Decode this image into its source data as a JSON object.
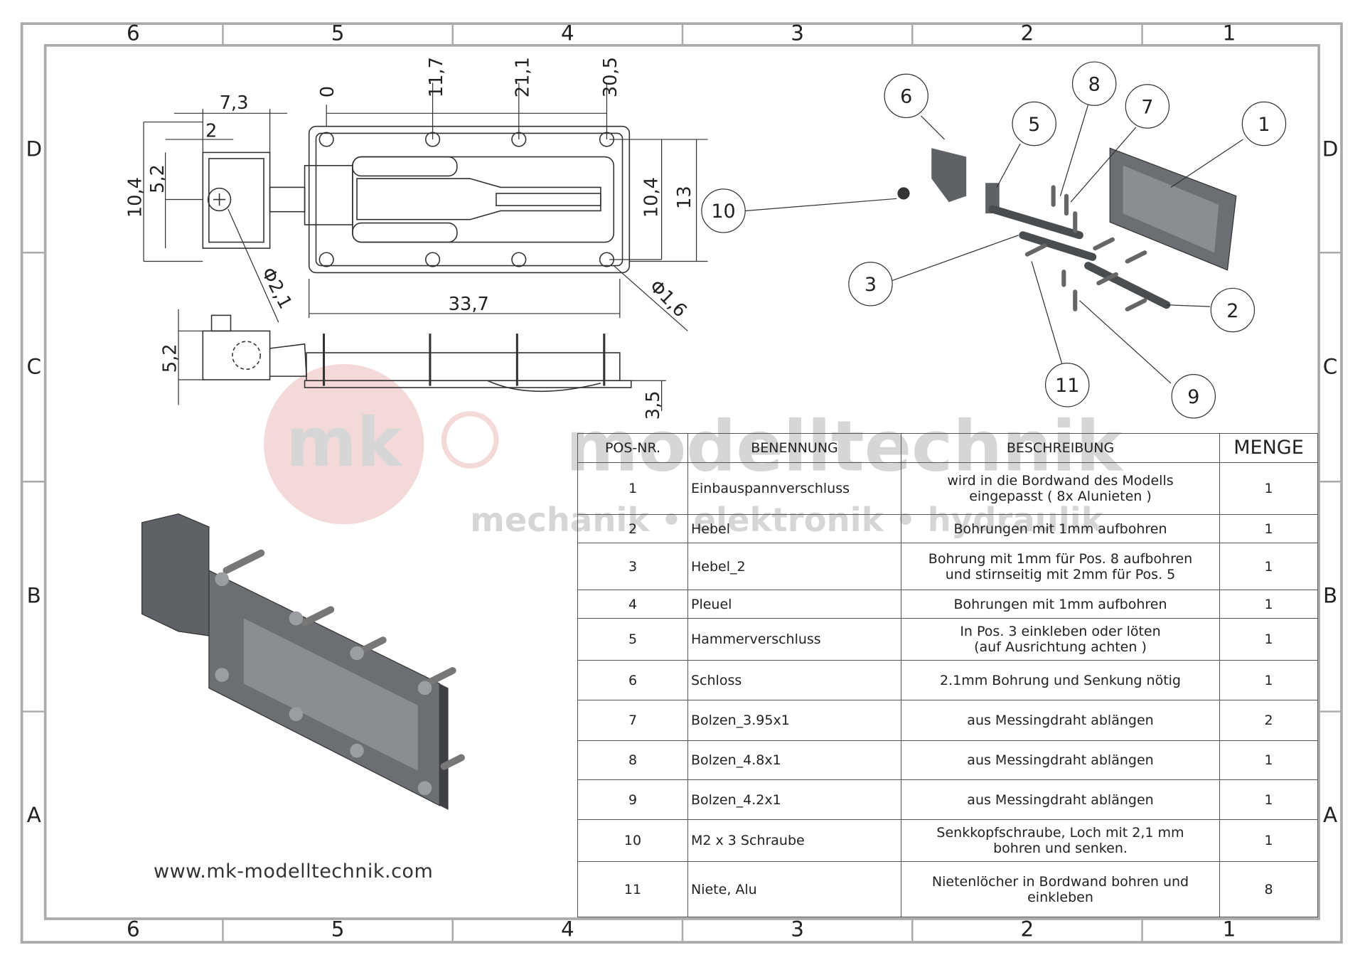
{
  "frame": {
    "columns": [
      "6",
      "5",
      "4",
      "3",
      "2",
      "1"
    ],
    "rows": [
      "D",
      "C",
      "B",
      "A"
    ]
  },
  "dimensions": {
    "lock_width": "7,3",
    "lock_offset": "2",
    "origin": "0",
    "pos_1": "11,7",
    "pos_2": "21,1",
    "pos_3": "30,5",
    "lock_height": "10,4",
    "lock_half": "5,2",
    "plate_inner_height": "10,4",
    "plate_height": "13",
    "plate_length": "33,7",
    "lock_hole_dia": "Φ2,1",
    "rivet_hole_dia": "Φ1,6",
    "side_height": "5,2",
    "side_depth": "3,5"
  },
  "balloons": [
    "1",
    "2",
    "3",
    "5",
    "6",
    "7",
    "8",
    "9",
    "10",
    "11"
  ],
  "watermark": {
    "logo": "mk",
    "name": "modelltechnik",
    "tagline": "mechanik • elektronik • hydraulik"
  },
  "website": "www.mk-modelltechnik.com",
  "bom": {
    "headers": {
      "pos": "POS-NR.",
      "name": "BENENNUNG",
      "desc": "BESCHREIBUNG",
      "qty": "MENGE"
    },
    "rows": [
      {
        "pos": "1",
        "name": "Einbauspannverschluss",
        "desc1": "wird in die Bordwand des Modells",
        "desc2": "eingepasst ( 8x Alunieten )",
        "qty": "1"
      },
      {
        "pos": "2",
        "name": "Hebel",
        "desc1": "Bohrungen mit 1mm aufbohren",
        "desc2": "",
        "qty": "1"
      },
      {
        "pos": "3",
        "name": "Hebel_2",
        "desc1": "Bohrung mit 1mm für Pos. 8 aufbohren",
        "desc2": "und stirnseitig mit 2mm für Pos. 5",
        "qty": "1"
      },
      {
        "pos": "4",
        "name": "Pleuel",
        "desc1": "Bohrungen mit 1mm aufbohren",
        "desc2": "",
        "qty": "1"
      },
      {
        "pos": "5",
        "name": "Hammerverschluss",
        "desc1": "In Pos. 3 einkleben oder löten",
        "desc2": "(auf Ausrichtung achten )",
        "qty": "1"
      },
      {
        "pos": "6",
        "name": "Schloss",
        "desc1": "2.1mm Bohrung und Senkung nötig",
        "desc2": "",
        "qty": "1"
      },
      {
        "pos": "7",
        "name": "Bolzen_3.95x1",
        "desc1": "aus Messingdraht ablängen",
        "desc2": "",
        "qty": "2"
      },
      {
        "pos": "8",
        "name": "Bolzen_4.8x1",
        "desc1": "aus Messingdraht ablängen",
        "desc2": "",
        "qty": "1"
      },
      {
        "pos": "9",
        "name": "Bolzen_4.2x1",
        "desc1": "aus Messingdraht ablängen",
        "desc2": "",
        "qty": "1"
      },
      {
        "pos": "10",
        "name": "M2 x 3 Schraube",
        "desc1": "Senkkopfschraube, Loch mit 2,1 mm",
        "desc2": "bohren und senken.",
        "qty": "1"
      },
      {
        "pos": "11",
        "name": "Niete, Alu",
        "desc1": "Nietenlöcher in Bordwand bohren und",
        "desc2": "einkleben",
        "qty": "8"
      }
    ]
  },
  "colors": {
    "line": "#333333",
    "frame": "#b0b0b0",
    "watermark": "#c0392b",
    "part": "#6b6e72"
  }
}
